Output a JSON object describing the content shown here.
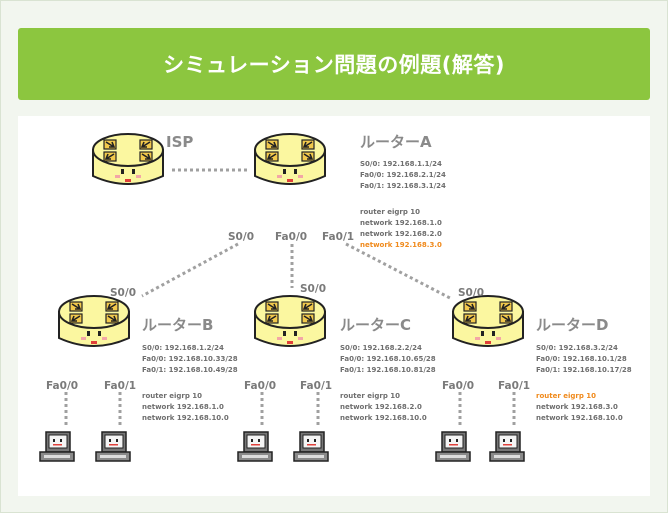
{
  "title": "シミュレーション問題の例題(解答)",
  "isp": {
    "name": "ISP"
  },
  "routerA": {
    "name": "ルーターA",
    "ips": [
      "S0/0:  192.168.1.1/24",
      "Fa0/0: 192.168.2.1/24",
      "Fa0/1: 192.168.3.1/24"
    ],
    "config": [
      "router eigrp 10",
      "network 192.168.1.0",
      "network 192.168.2.0"
    ],
    "config_highlight": "network 192.168.3.0",
    "ports": {
      "s00": "S0/0",
      "fa00": "Fa0/0",
      "fa01": "Fa0/1"
    }
  },
  "routerB": {
    "name": "ルーターB",
    "ips": [
      "S0/0:  192.168.1.2/24",
      "Fa0/0: 192.168.10.33/28",
      "Fa0/1: 192.168.10.49/28"
    ],
    "config": [
      "router eigrp 10",
      "network 192.168.1.0",
      "network 192.168.10.0"
    ],
    "ports": {
      "s00": "S0/0",
      "fa00": "Fa0/0",
      "fa01": "Fa0/1"
    }
  },
  "routerC": {
    "name": "ルーターC",
    "ips": [
      "S0/0:  192.168.2.2/24",
      "Fa0/0: 192.168.10.65/28",
      "Fa0/1: 192.168.10.81/28"
    ],
    "config": [
      "router eigrp 10",
      "network 192.168.2.0",
      "network 192.168.10.0"
    ],
    "ports": {
      "s00": "S0/0",
      "fa00": "Fa0/0",
      "fa01": "Fa0/1"
    }
  },
  "routerD": {
    "name": "ルーターD",
    "ips": [
      "S0/0:  192.168.3.2/24",
      "Fa0/0: 192.168.10.1/28",
      "Fa0/1: 192.168.10.17/28"
    ],
    "config_highlight": "router eigrp 10",
    "config": [
      "network 192.168.3.0",
      "network 192.168.10.0"
    ],
    "ports": {
      "s00": "S0/0",
      "fa00": "Fa0/0",
      "fa01": "Fa0/1"
    }
  },
  "colors": {
    "accent": "#8cc63f",
    "router_body": "#fbf7a0",
    "arrow": "#f2c94c",
    "highlight": "#f08a1c",
    "link": "#a0a0a0"
  },
  "icons": [
    "router-icon",
    "pc-icon"
  ]
}
